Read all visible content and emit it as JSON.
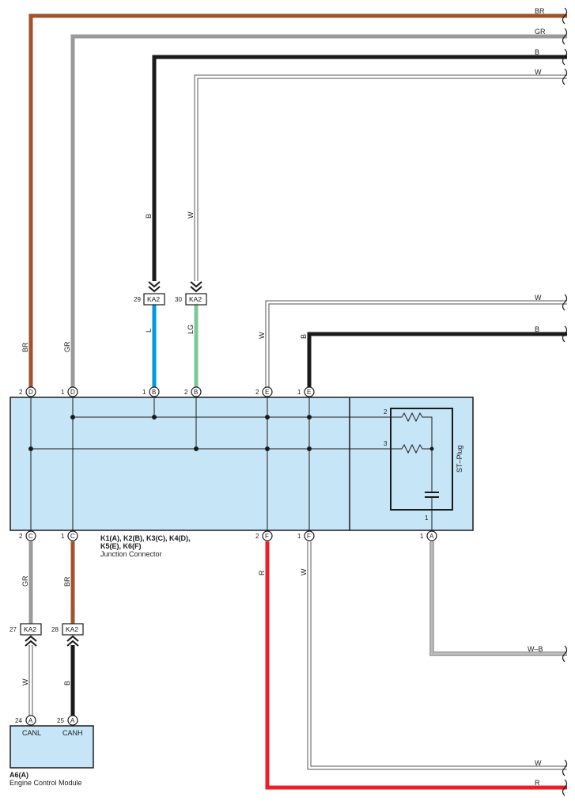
{
  "colors": {
    "BR": "#a0522d",
    "GR": "#9a9a9a",
    "B": "#1a1a1a",
    "L": "#0099e0",
    "LG": "#7cc89a",
    "R": "#e8202a",
    "box": "#c6e6f8"
  },
  "wire_labels": {
    "right_top_br": "BR",
    "right_top_gr": "GR",
    "right_top_b": "B",
    "right_top_w": "W",
    "right_mid_w": "W",
    "right_mid_b": "B",
    "right_wb": "W–B",
    "right_bot_w": "W",
    "right_bot_r": "R",
    "v_br_top": "BR",
    "v_gr_top": "GR",
    "v_b_upper": "B",
    "v_w_upper": "W",
    "v_l": "L",
    "v_lg": "LG",
    "v_w_mid": "W",
    "v_b_mid": "B",
    "v_gr_low": "GR",
    "v_br_low": "BR",
    "v_w_ecm": "W",
    "v_b_ecm": "B",
    "v_r_low": "R",
    "v_w_low": "W"
  },
  "connectors": {
    "ka2_29": {
      "pin": "29",
      "label": "KA2"
    },
    "ka2_30": {
      "pin": "30",
      "label": "KA2"
    },
    "ka2_27": {
      "pin": "27",
      "label": "KA2"
    },
    "ka2_28": {
      "pin": "28",
      "label": "KA2"
    }
  },
  "pins": {
    "top": [
      {
        "num": "2",
        "letter": "D"
      },
      {
        "num": "1",
        "letter": "D"
      },
      {
        "num": "1",
        "letter": "B"
      },
      {
        "num": "2",
        "letter": "B"
      },
      {
        "num": "2",
        "letter": "E"
      },
      {
        "num": "1",
        "letter": "E"
      }
    ],
    "bottom": [
      {
        "num": "2",
        "letter": "C"
      },
      {
        "num": "1",
        "letter": "C"
      },
      {
        "num": "2",
        "letter": "F"
      },
      {
        "num": "1",
        "letter": "F"
      },
      {
        "num": "1",
        "letter": "A"
      }
    ],
    "ecm": [
      {
        "num": "24",
        "letter": "A"
      },
      {
        "num": "25",
        "letter": "A"
      }
    ],
    "stplug": [
      "2",
      "3",
      "1"
    ]
  },
  "junction": {
    "line1": "K1(A), K2(B), K3(C), K4(D),",
    "line2": "K5(E), K6(F)",
    "name": "Junction Connector"
  },
  "stplug_label": "ST–Plug",
  "ecm": {
    "canl": "CANL",
    "canh": "CANH",
    "code": "A6(A)",
    "name": "Engine Control Module"
  }
}
